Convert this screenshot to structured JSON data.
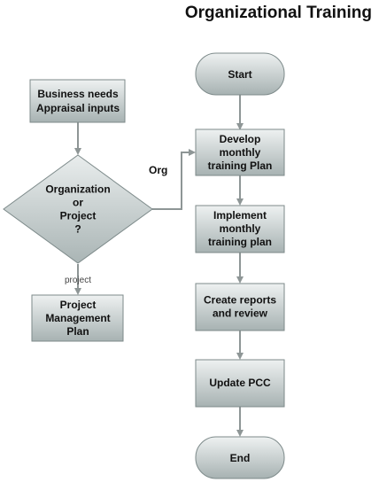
{
  "title": "Organizational Training",
  "nodes": {
    "start": {
      "lines": [
        "Start"
      ]
    },
    "develop": {
      "lines": [
        "Develop",
        "monthly",
        "training Plan"
      ]
    },
    "implement": {
      "lines": [
        "Implement",
        "monthly",
        "training plan"
      ]
    },
    "reports": {
      "lines": [
        "Create reports",
        "and review"
      ]
    },
    "update": {
      "lines": [
        "Update PCC"
      ]
    },
    "end": {
      "lines": [
        "End"
      ]
    },
    "business": {
      "lines": [
        "Business needs",
        "Appraisal inputs"
      ]
    },
    "decision": {
      "lines": [
        "Organization",
        "or",
        "Project",
        "?"
      ]
    },
    "pmp": {
      "lines": [
        "Project",
        "Management",
        "Plan"
      ]
    }
  },
  "edge_labels": {
    "org": "Org",
    "project": "project"
  },
  "colors": {
    "fill_light": "#e8ecec",
    "fill_dark": "#a9b4b4",
    "stroke": "#7d8a8a",
    "arrow": "#8e9696",
    "text": "#111111"
  }
}
